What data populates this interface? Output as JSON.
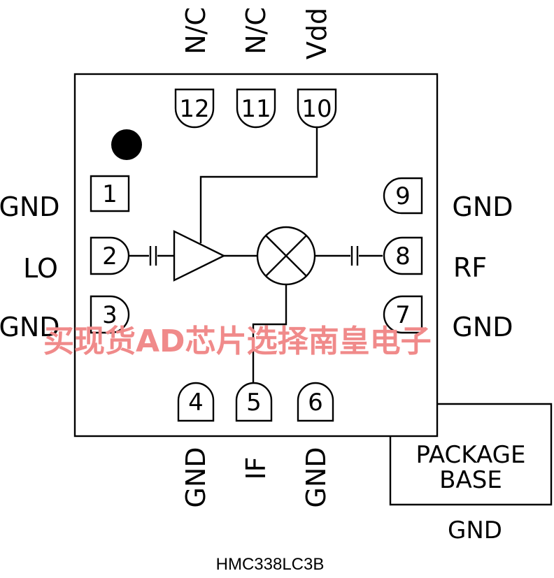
{
  "part_number": "HMC338LC3B",
  "watermark": "买现货AD芯片选择南皇电子",
  "package_base": {
    "line1": "PACKAGE",
    "line2": "BASE",
    "ground_label": "GND"
  },
  "pins": [
    {
      "num": "1",
      "signal": "GND"
    },
    {
      "num": "2",
      "signal": "LO"
    },
    {
      "num": "3",
      "signal": "GND"
    },
    {
      "num": "4",
      "signal": "GND"
    },
    {
      "num": "5",
      "signal": "IF"
    },
    {
      "num": "6",
      "signal": "GND"
    },
    {
      "num": "7",
      "signal": "GND"
    },
    {
      "num": "8",
      "signal": "RF"
    },
    {
      "num": "9",
      "signal": "GND"
    },
    {
      "num": "10",
      "signal": "Vdd"
    },
    {
      "num": "11",
      "signal": "N/C"
    },
    {
      "num": "12",
      "signal": "N/C"
    }
  ]
}
